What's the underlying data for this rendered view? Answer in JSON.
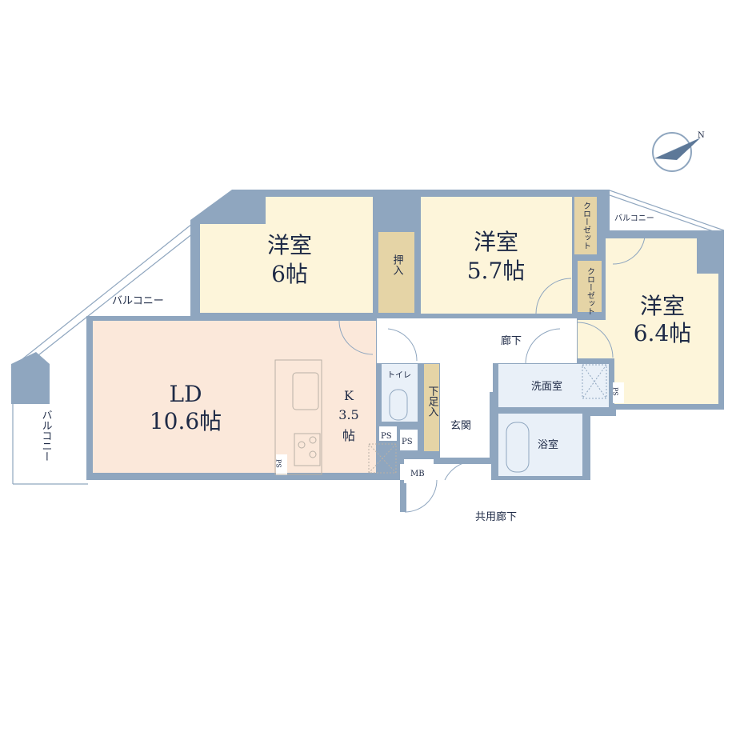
{
  "colors": {
    "wall": "#8fa6bf",
    "bedroom": "#fdf5da",
    "living": "#fbe8da",
    "storage": "#e5d4a6",
    "wet": "#e9f0f8",
    "text": "#1e2a46"
  },
  "rooms": {
    "western_a": {
      "name": "洋室",
      "size": "6帖"
    },
    "western_b": {
      "name": "洋室",
      "size": "5.7帖"
    },
    "western_c": {
      "name": "洋室",
      "size": "6.4帖"
    },
    "ld": {
      "name": "LD",
      "size": "10.6帖"
    },
    "kitchen": {
      "name": "K",
      "size": "3.5",
      "unit": "帖"
    },
    "oshiire": "押入",
    "closet_1": "クローゼット",
    "closet_2": "クローゼット",
    "hallway": "廊下",
    "toilet": "トイレ",
    "shoe_storage": "下足入",
    "entrance": "玄関",
    "washroom": "洗面室",
    "bathroom": "浴室",
    "mb": "MB",
    "ps": "PS",
    "balcony_top": "バルコニー",
    "balcony_left": "バルコニー",
    "balcony_right": "バルコニー",
    "common_corridor": "共用廊下"
  },
  "compass": {
    "label": "N"
  }
}
